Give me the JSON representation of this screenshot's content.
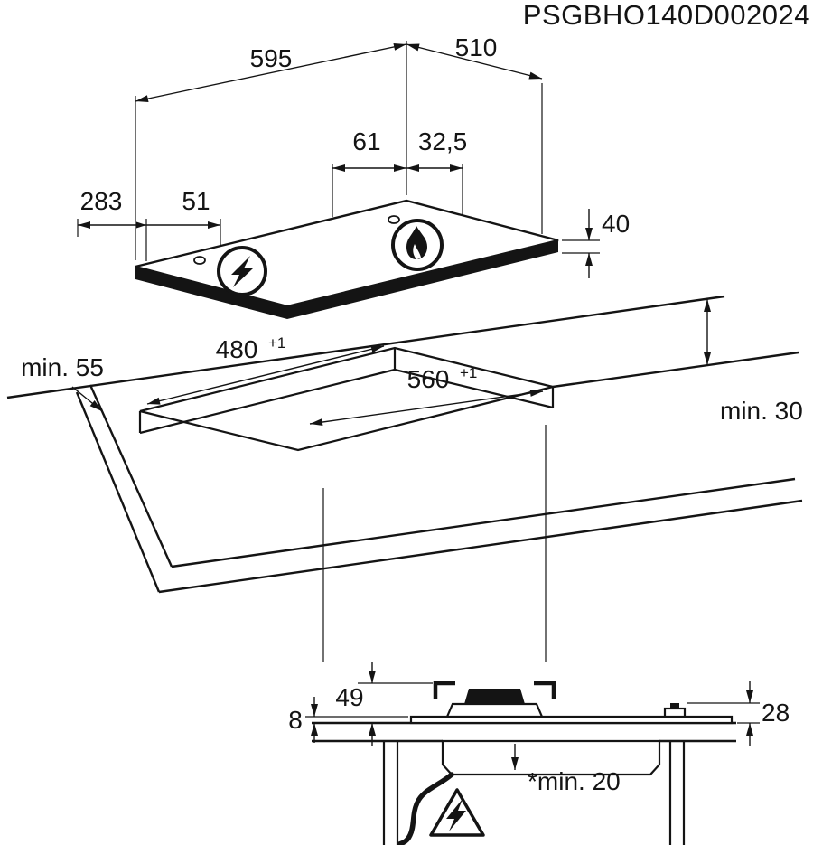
{
  "title": "PSGBHO140D002024",
  "colors": {
    "line": "#141414",
    "background": "#ffffff"
  },
  "hob_view": {
    "dim_width": "595",
    "dim_depth": "510",
    "dim_burner_spacing": "61",
    "dim_burner_offset": "32,5",
    "dim_left": "283",
    "dim_jet": "51",
    "dim_height": "40"
  },
  "worktop_view": {
    "dim_cutout_depth": "480",
    "dim_cutout_depth_tol": "+1",
    "dim_cutout_width": "560",
    "dim_cutout_width_tol": "+1",
    "dim_side_min": "min. 55",
    "dim_rear_min": "min. 30"
  },
  "section_view": {
    "dim_burner_height": "49",
    "dim_glass": "8",
    "dim_edge_height": "28",
    "dim_clearance": "*min. 20"
  },
  "icons": {
    "left_burner": "lightning-bolt-icon",
    "right_burner": "flame-icon",
    "hazard": "warning-triangle-lightning-icon"
  }
}
